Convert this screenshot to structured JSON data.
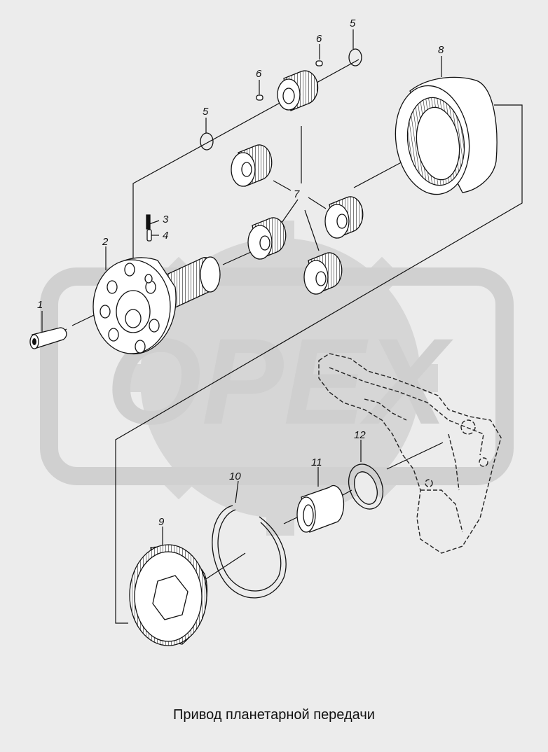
{
  "caption": "Привод планетарной передачи",
  "watermark": {
    "text": "OPEX",
    "color": "#d0d0d0"
  },
  "callouts": {
    "p1": "1",
    "p2": "2",
    "p3": "3",
    "p4": "4",
    "p5a": "5",
    "p5b": "5",
    "p6a": "6",
    "p6b": "6",
    "p7": "7",
    "p8": "8",
    "p9": "9",
    "p10": "10",
    "p11": "11",
    "p12": "12"
  }
}
